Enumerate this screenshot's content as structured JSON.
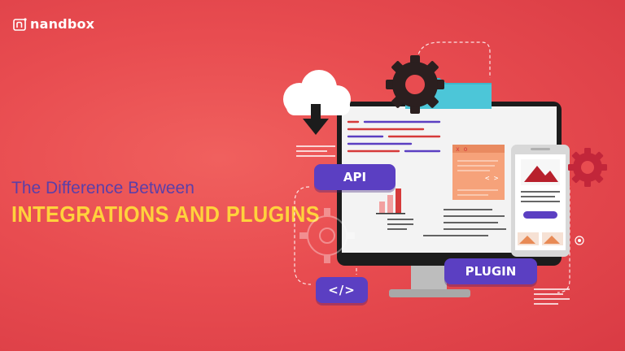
{
  "brand": {
    "name": "nandbox"
  },
  "headline": {
    "line1": "The Difference Between",
    "line2": "INTEGRATIONS AND PLUGINS"
  },
  "illustration": {
    "api_label": "API",
    "plugin_label": "PLUGIN",
    "code_label": "</>",
    "window_code_glyph": "< >",
    "window_title_glyph": "x o"
  },
  "colors": {
    "background": "#e84c50",
    "headline_primary": "#5b3fa8",
    "headline_accent": "#ffd23c",
    "tag": "#5b3fc2",
    "gear": "#2b1f1f",
    "folder": "#4cc6d8",
    "window": "#f6a27a",
    "bar_red": "#d63a3a"
  },
  "icons": [
    "cloud-download-icon",
    "gear-icon",
    "folder-icon",
    "image-icon",
    "code-icon"
  ]
}
